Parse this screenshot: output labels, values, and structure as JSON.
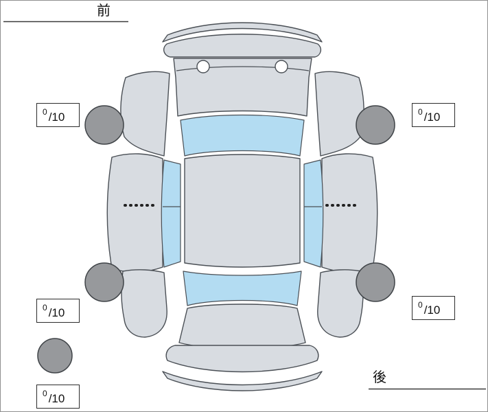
{
  "labels": {
    "front": "前",
    "rear": "後"
  },
  "score_boxes": [
    {
      "position": "front-left",
      "value": "0",
      "max": "/10"
    },
    {
      "position": "front-right",
      "value": "0",
      "max": "/10"
    },
    {
      "position": "rear-left",
      "value": "0",
      "max": "/10"
    },
    {
      "position": "rear-right",
      "value": "0",
      "max": "/10"
    },
    {
      "position": "bottom-left-extra",
      "value": "0",
      "max": "/10"
    }
  ],
  "colors": {
    "body": "#d8dce1",
    "glass": "#b3dcf2",
    "wheel": "#97999c"
  }
}
